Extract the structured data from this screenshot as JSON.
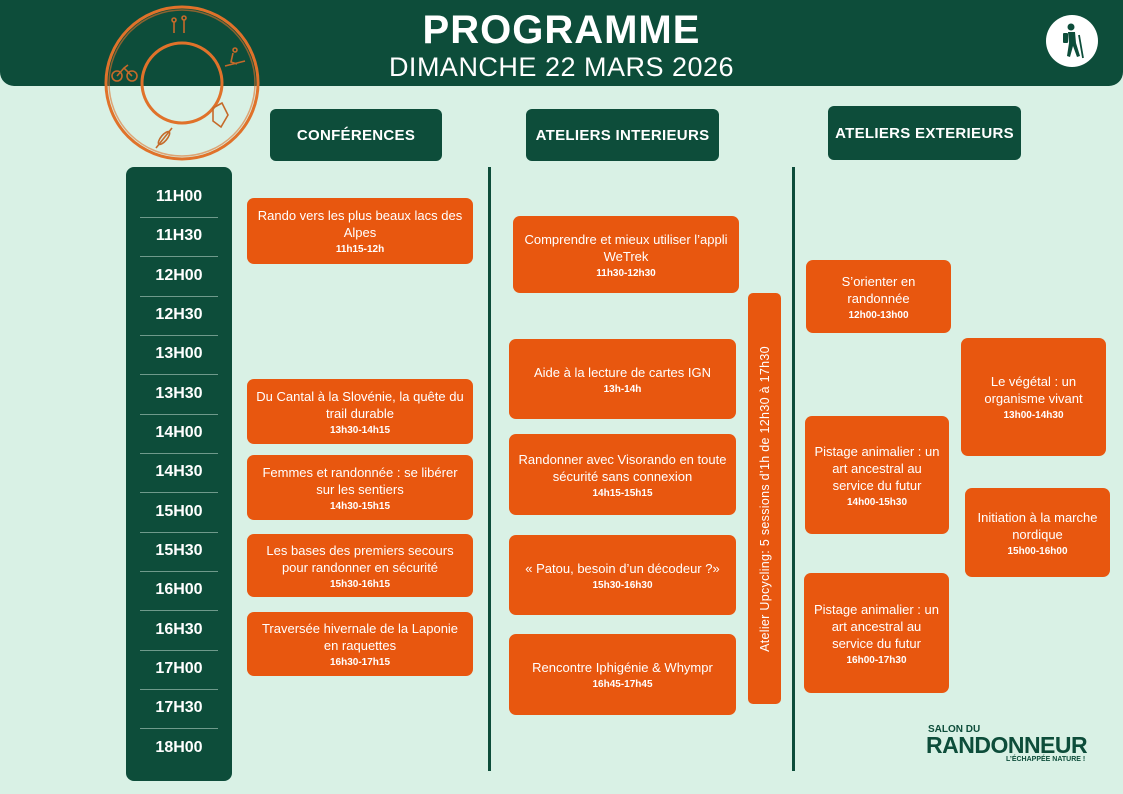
{
  "header": {
    "title": "PROGRAMME",
    "subtitle": "DIMANCHE 22 MARS 2026"
  },
  "icons": {
    "logo": "activity-circle-logo",
    "badge": "hiker-icon"
  },
  "columns": {
    "conferences": "CONFÉRENCES",
    "interieurs": "ATELIERS INTERIEURS",
    "exterieurs": "ATELIERS EXTERIEURS"
  },
  "time_slots": [
    "11H00",
    "11H30",
    "12H00",
    "12H30",
    "13H00",
    "13H30",
    "14H00",
    "14H30",
    "15H00",
    "15H30",
    "16H00",
    "16H30",
    "17H00",
    "17H30",
    "18H00"
  ],
  "conferences": [
    {
      "title": "Rando vers les plus beaux lacs des Alpes",
      "time": "11h15-12h"
    },
    {
      "title": "Du Cantal à la Slovénie, la quête du trail durable",
      "time": "13h30-14h15"
    },
    {
      "title": "Femmes et randonnée : se libérer sur les sentiers",
      "time": "14h30-15h15"
    },
    {
      "title": "Les bases des premiers secours pour randonner en sécurité",
      "time": "15h30-16h15"
    },
    {
      "title": "Traversée hivernale de la Laponie en raquettes",
      "time": "16h30-17h15"
    }
  ],
  "ateliers_interieurs": [
    {
      "title": "Comprendre et mieux utiliser l’appli WeTrek",
      "time": "11h30-12h30"
    },
    {
      "title": "Aide à la lecture de cartes IGN",
      "time": "13h-14h"
    },
    {
      "title": "Randonner avec Visorando en toute sécurité sans connexion",
      "time": "14h15-15h15"
    },
    {
      "title": "« Patou, besoin d’un décodeur ?»",
      "time": "15h30-16h30"
    },
    {
      "title": "Rencontre Iphigénie & Whympr",
      "time": "16h45-17h45"
    }
  ],
  "upcycling": "Atelier Upcycling: 5 sessions d’1h de 12h30 à 17h30",
  "ateliers_exterieurs": [
    {
      "title": "S’orienter en randonnée",
      "time": "12h00-13h00"
    },
    {
      "title": "Le végétal : un organisme vivant",
      "time": "13h00-14h30"
    },
    {
      "title": "Pistage animalier : un art ancestral au service du futur",
      "time": "14h00-15h30"
    },
    {
      "title": "Initiation à la marche nordique",
      "time": "15h00-16h00"
    },
    {
      "title": "Pistage animalier : un art ancestral au service du futur",
      "time": "16h00-17h30"
    }
  ],
  "brand": {
    "top": "SALON DU",
    "main": "RANDONNEUR",
    "tagline": "L’ÉCHAPPÉE NATURE !"
  },
  "colors": {
    "primary": "#0d4d3a",
    "accent": "#e8570f",
    "background": "#d9f1e5"
  }
}
